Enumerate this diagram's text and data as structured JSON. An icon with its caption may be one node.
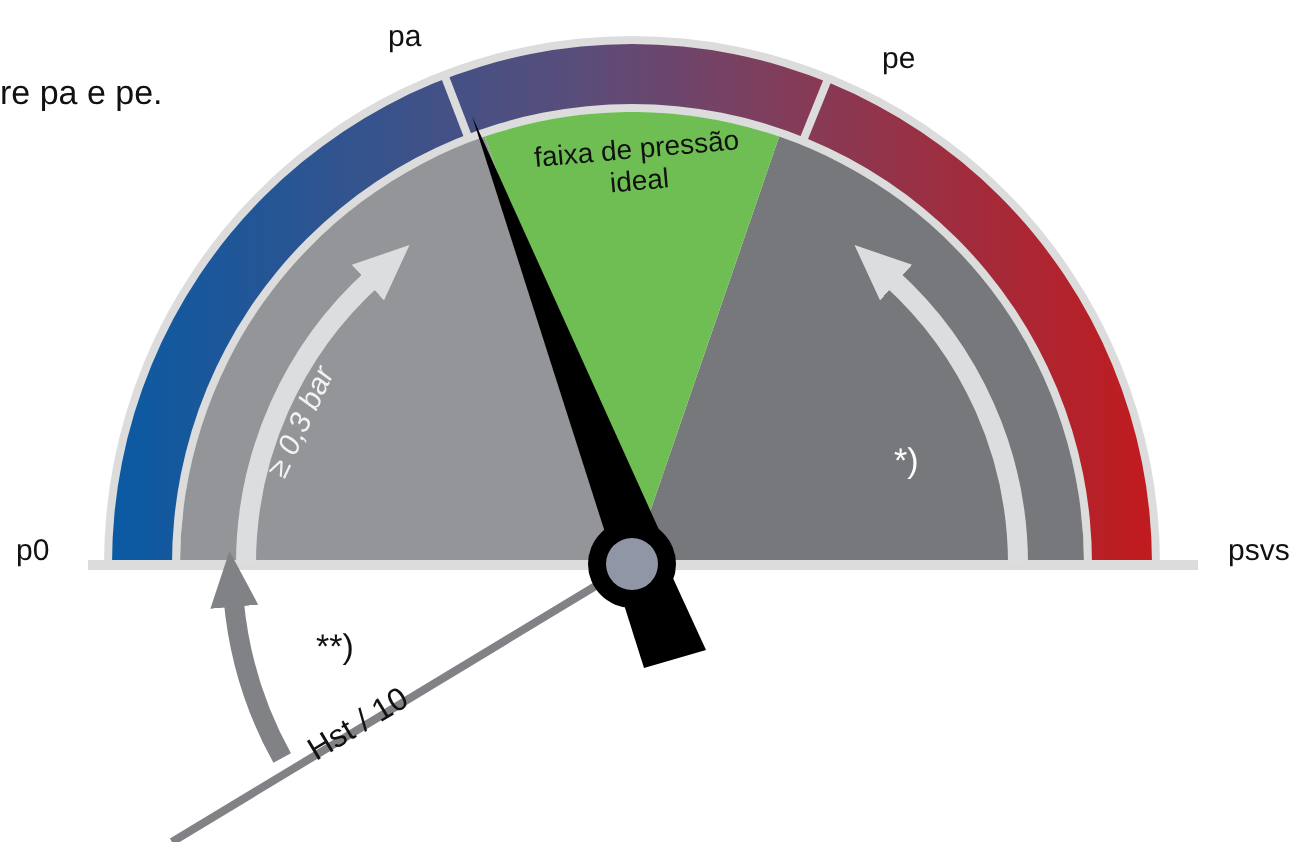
{
  "diagram": {
    "nodes": [
      {
        "text": [
          "faixa de pressão ideal"
        ]
      }
    ],
    "labels": [
      "pa",
      "pe",
      "re pa e pe.",
      "≥ 0,3 bar",
      "*)",
      "p0",
      "psvs",
      "**)",
      "Hst / 10"
    ]
  }
}
